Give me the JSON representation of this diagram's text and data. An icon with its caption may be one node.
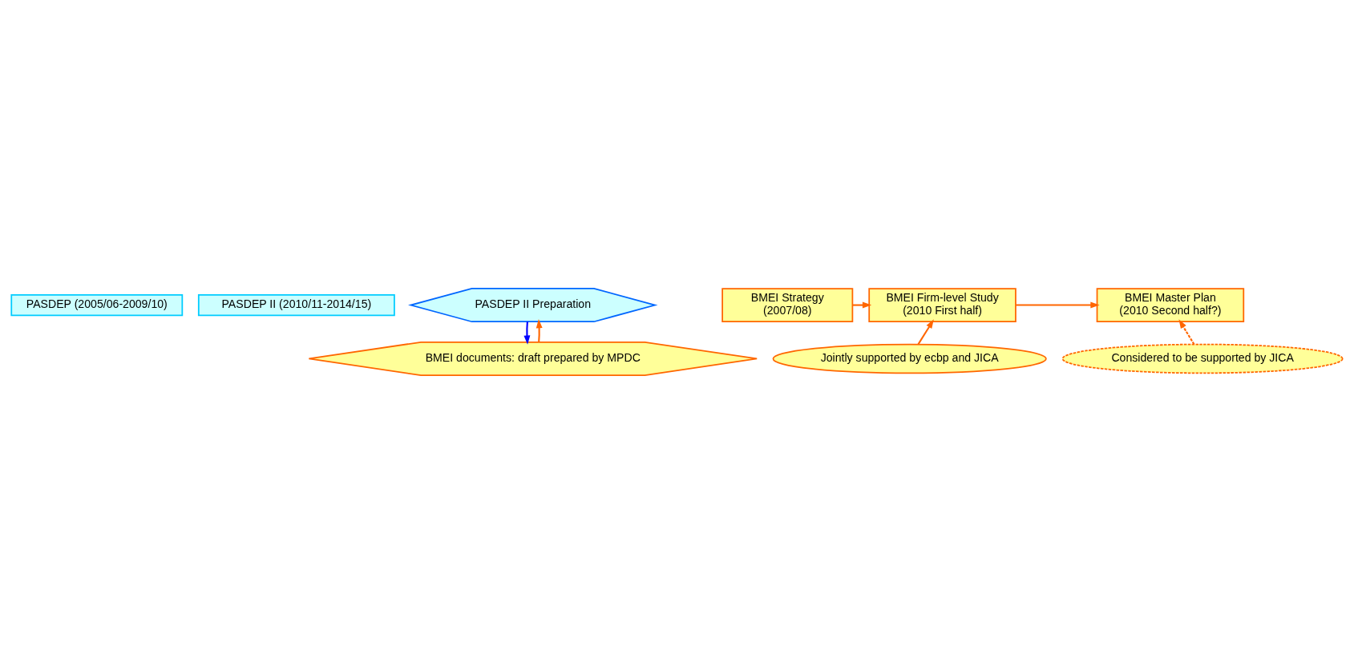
{
  "diagram": {
    "nodes": [
      {
        "text": [
          "PASDEP (2005/06-2009/10)"
        ]
      },
      {
        "text": [
          "PASDEP II (2010/11-2014/15)"
        ]
      },
      {
        "text": [
          "PASDEP II Preparation"
        ]
      },
      {
        "text": [
          "BMEI documents: draft prepared by MPDC"
        ]
      },
      {
        "text": [
          "BMEI Strategy",
          "(2007/08)"
        ]
      },
      {
        "text": [
          "BMEI Firm-level Study",
          "(2010 First half)"
        ]
      },
      {
        "text": [
          "BMEI Master Plan",
          "(2010 Second half?)"
        ]
      },
      {
        "text": [
          "Jointly supported by ecbp and JICA"
        ]
      },
      {
        "text": [
          "Considered to be supported by JICA"
        ]
      }
    ],
    "edges": [
      {
        "from": 3,
        "to": 2,
        "arrow": "to"
      },
      {
        "from": 2,
        "to": 3,
        "arrow": "to",
        "color": "#0000ff"
      },
      {
        "from": 4,
        "to": 5,
        "arrow": "to"
      },
      {
        "from": 5,
        "to": 6,
        "arrow": "to"
      },
      {
        "from": 7,
        "to": 5,
        "arrow": "to"
      },
      {
        "from": 8,
        "to": 6,
        "arrow": "to",
        "style": "dashed"
      }
    ]
  }
}
